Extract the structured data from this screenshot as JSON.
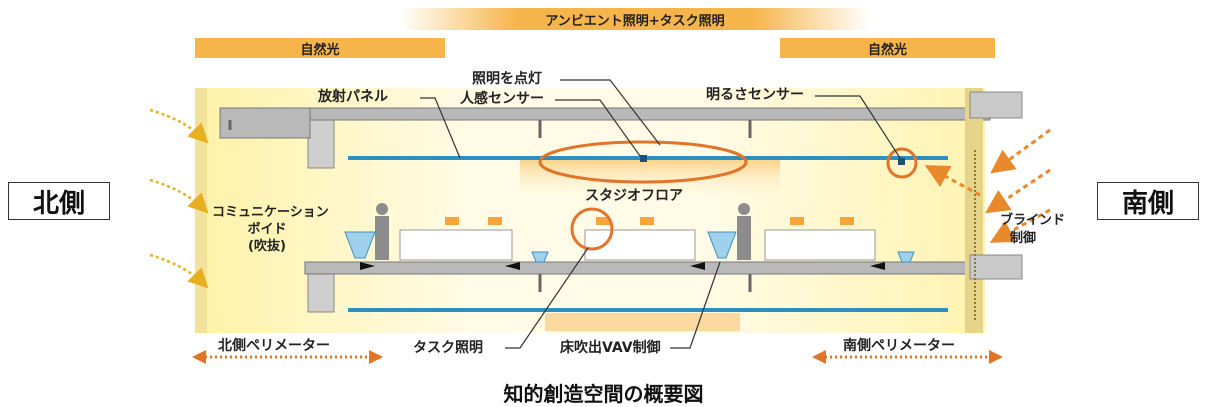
{
  "labels": {
    "top_banner": "アンビエント照明+タスク照明",
    "natural_light_left": "自然光",
    "natural_light_right": "自然光",
    "lighting_on": "照明を点灯",
    "radiant_panel": "放射パネル",
    "motion_sensor": "人感センサー",
    "brightness_sensor": "明るさセンサー",
    "studio_floor": "スタジオフロア",
    "comm_void_line1": "コミュニケーション",
    "comm_void_line2": "ボイド",
    "comm_void_line3": "(吹抜)",
    "blind_line1": "ブラインド",
    "blind_line2": "制御",
    "north": "北側",
    "south": "南側",
    "north_perimeter": "北側ペリメーター",
    "south_perimeter": "南側ペリメーター",
    "task_lighting": "タスク照明",
    "floor_vav": "床吹出VAV制御"
  },
  "title": "知的創造空間の概要図",
  "colors": {
    "accent_orange": "#e0752a",
    "banner_gold": "#f5b54a",
    "panel_blue": "#2e8fbf",
    "slab_grey": "#b9b9b9",
    "interior_yellow": "#fff6c8"
  }
}
